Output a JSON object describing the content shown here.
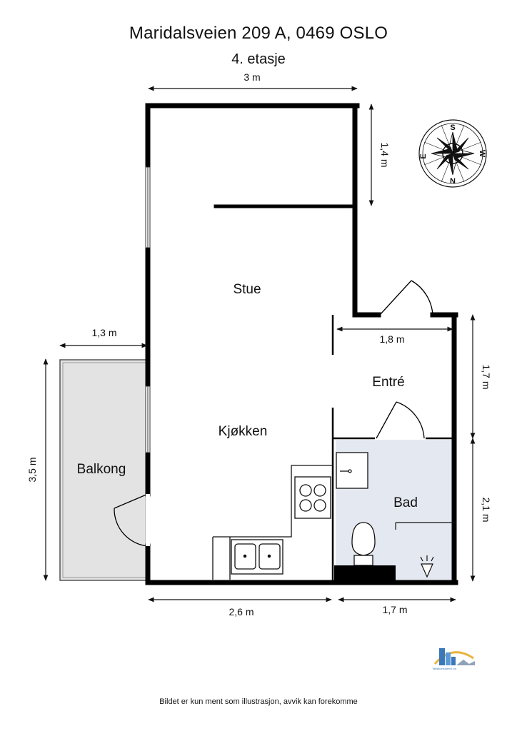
{
  "header": {
    "address": "Maridalsveien 209 A, 0469 OSLO",
    "floor": "4. etasje"
  },
  "rooms": {
    "stue": "Stue",
    "kjokken": "Kjøkken",
    "entre": "Entré",
    "bad": "Bad",
    "balkong": "Balkong"
  },
  "dimensions": {
    "top_width": "3 m",
    "stue_right_height": "1,4 m",
    "balcony_width": "1,3 m",
    "entre_width": "1,8 m",
    "entre_height": "1,7 m",
    "balcony_height": "3,5 m",
    "bad_height": "2,1 m",
    "bottom_left_width": "2,6 m",
    "bottom_right_width": "1,7 m"
  },
  "compass": {
    "north": "N",
    "south": "S",
    "east": "E",
    "west": "W"
  },
  "logo": {
    "text": "Takstkonsulent1.no"
  },
  "footer": {
    "disclaimer": "Bildet er kun ment som illustrasjon, avvik kan forekomme"
  },
  "colors": {
    "wall": "#000000",
    "bathroom_floor": "#e4e9f1",
    "balcony_floor": "#e3e3e3",
    "logo_blue": "#3a78b8",
    "logo_gold": "#e8b440"
  }
}
